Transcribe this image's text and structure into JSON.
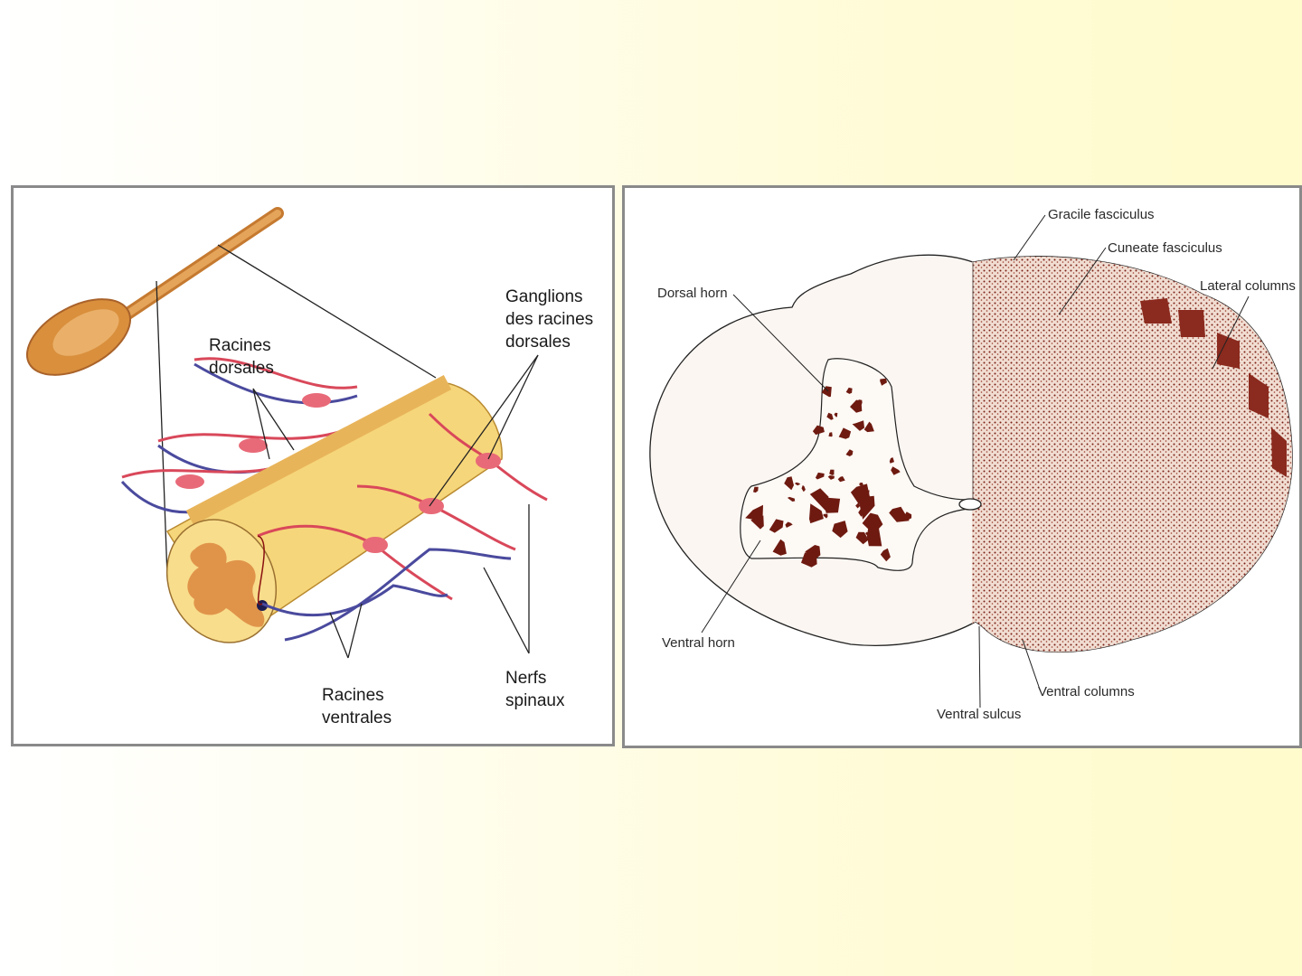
{
  "left_diagram": {
    "labels": {
      "ganglions": "Ganglions\ndes racines\ndorsales",
      "racines_dorsales": "Racines\ndorsales",
      "racines_ventrales": "Racines\nventrales",
      "nerfs_spinaux": "Nerfs\nspinaux"
    },
    "colors": {
      "cord": "#f6d67a",
      "gray_matter": "#e0944a",
      "sensory": "#d9485a",
      "motor": "#4a4a9e",
      "brain": "#d9913f"
    }
  },
  "right_diagram": {
    "labels": {
      "gracile": "Gracile fasciculus",
      "cuneate": "Cuneate fasciculus",
      "lateral": "Lateral columns",
      "dorsal_horn": "Dorsal horn",
      "ventral_horn": "Ventral horn",
      "ventral_columns": "Ventral columns",
      "ventral_sulcus": "Ventral sulcus"
    },
    "colors": {
      "stain": "#7a1f14",
      "white_matter": "#fbf6f2"
    }
  }
}
